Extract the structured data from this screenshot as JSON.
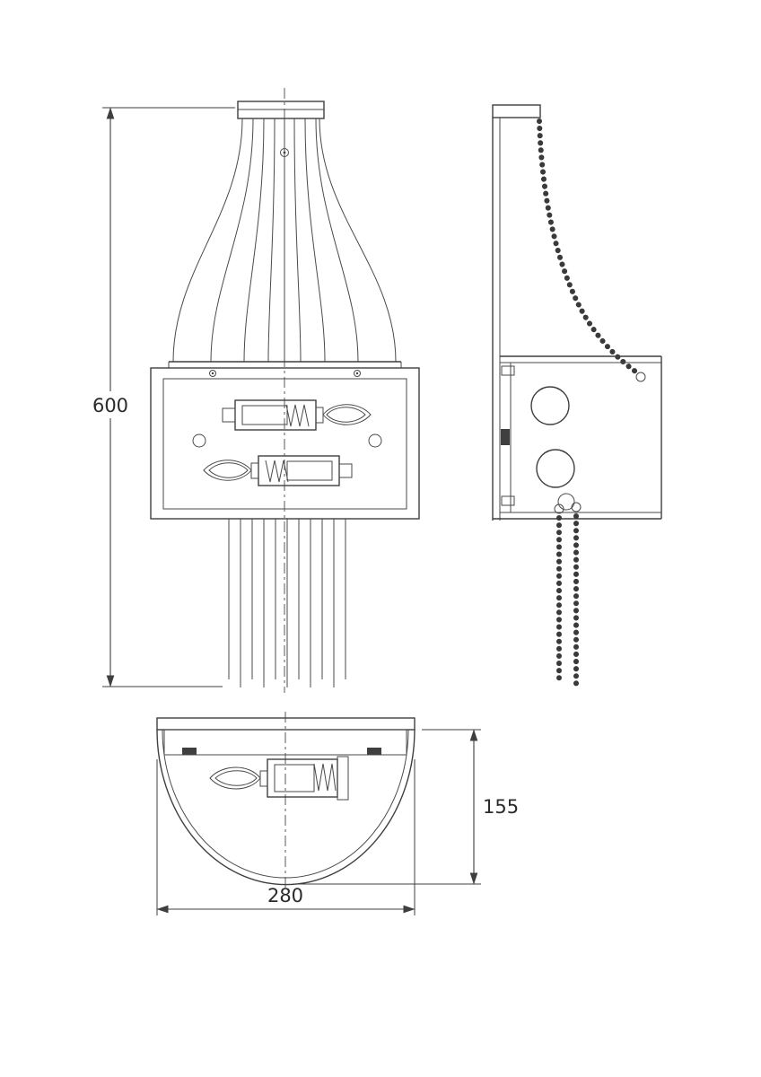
{
  "dimensions": {
    "height": "600",
    "depth": "155",
    "width": "280"
  }
}
